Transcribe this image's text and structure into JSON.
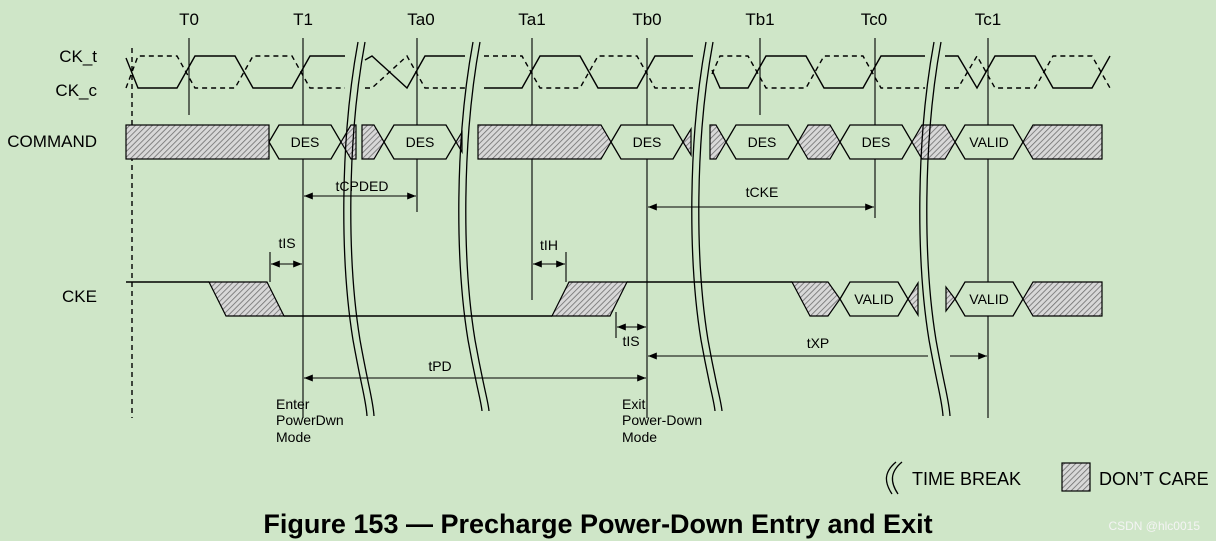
{
  "time_labels": [
    "T0",
    "T1",
    "Ta0",
    "Ta1",
    "Tb0",
    "Tb1",
    "Tc0",
    "Tc1"
  ],
  "signals": {
    "ck_t": "CK_t",
    "ck_c": "CK_c",
    "command": "COMMAND",
    "cke": "CKE"
  },
  "command_states": [
    "DES",
    "DES",
    "DES",
    "DES",
    "DES",
    "VALID"
  ],
  "cke_states": [
    "VALID",
    "VALID"
  ],
  "timings": {
    "tcpded": "tCPDED",
    "tcke": "tCKE",
    "tis": "tIS",
    "tih": "tIH",
    "tis2": "tIS",
    "txp": "tXP",
    "tpd": "tPD"
  },
  "notes": {
    "enter": [
      "Enter",
      "PowerDwn",
      "Mode"
    ],
    "exit": [
      "Exit",
      "Power-Down",
      "Mode"
    ]
  },
  "legend": {
    "time_break": "TIME BREAK",
    "dont_care": "DON’T CARE"
  },
  "title": "Figure 153 — Precharge Power-Down  Entry and Exit",
  "watermark": "CSDN @hlc0015"
}
